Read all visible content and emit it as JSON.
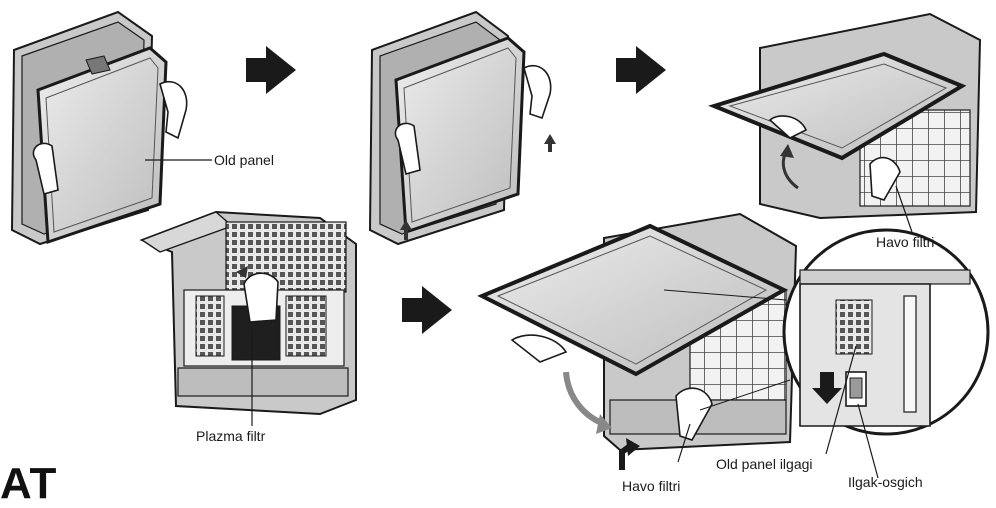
{
  "labels": {
    "old_panel": "Old panel",
    "havo_filtri_top": "Havo filtri",
    "plazma_filtr": "Plazma filtr",
    "old_panel_ilgagi": "Old panel ilgagi",
    "havo_filtri_bottom": "Havo filtri",
    "ilgak_osgich": "Ilgak-osgich",
    "partial_heading": "AT"
  },
  "icons": {
    "step_arrow": "right-arrow-icon",
    "direction_arrow": "curved-arrow-icon"
  },
  "colors": {
    "line": "#1a1a1a",
    "panel_glass": "#d8d8d8",
    "unit_body": "#c2c2c2",
    "arrow": "#1a1a1a"
  }
}
